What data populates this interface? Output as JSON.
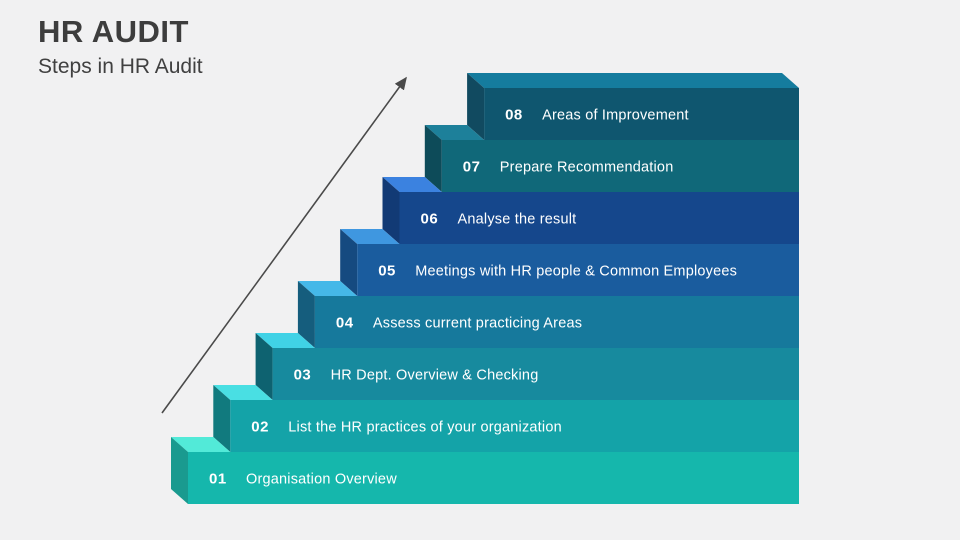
{
  "slide": {
    "title": "HR AUDIT",
    "subtitle": "Steps in HR Audit",
    "background_color": "#f1f1f2",
    "title_color": "#3d3d3d",
    "arrow_color": "#4a4a4a",
    "step_text_color": "#ffffff"
  },
  "steps": [
    {
      "number": "01",
      "label": "Organisation Overview",
      "front_color": "#15b7ac",
      "top_color": "#52ead8",
      "side_color": "#1a9a8f"
    },
    {
      "number": "02",
      "label": "List the HR practices of your organization",
      "front_color": "#14a3a8",
      "top_color": "#49dfe3",
      "side_color": "#117a7e"
    },
    {
      "number": "03",
      "label": "HR Dept. Overview & Checking",
      "front_color": "#178a9e",
      "top_color": "#40d2e6",
      "side_color": "#0e6270"
    },
    {
      "number": "04",
      "label": "Assess current practicing Areas",
      "front_color": "#16799c",
      "top_color": "#45b8e8",
      "side_color": "#155d7d"
    },
    {
      "number": "05",
      "label": "Meetings with HR people & Common Employees",
      "front_color": "#1a5c9e",
      "top_color": "#3f97e0",
      "side_color": "#154a80"
    },
    {
      "number": "06",
      "label": "Analyse the result",
      "front_color": "#15478c",
      "top_color": "#3b82e0",
      "side_color": "#123a75"
    },
    {
      "number": "07",
      "label": "Prepare Recommendation",
      "front_color": "#106879",
      "top_color": "#1d809a",
      "side_color": "#0d4b59"
    },
    {
      "number": "08",
      "label": "Areas of Improvement",
      "front_color": "#0f566f",
      "top_color": "#157c9e",
      "side_color": "#114a60"
    }
  ]
}
